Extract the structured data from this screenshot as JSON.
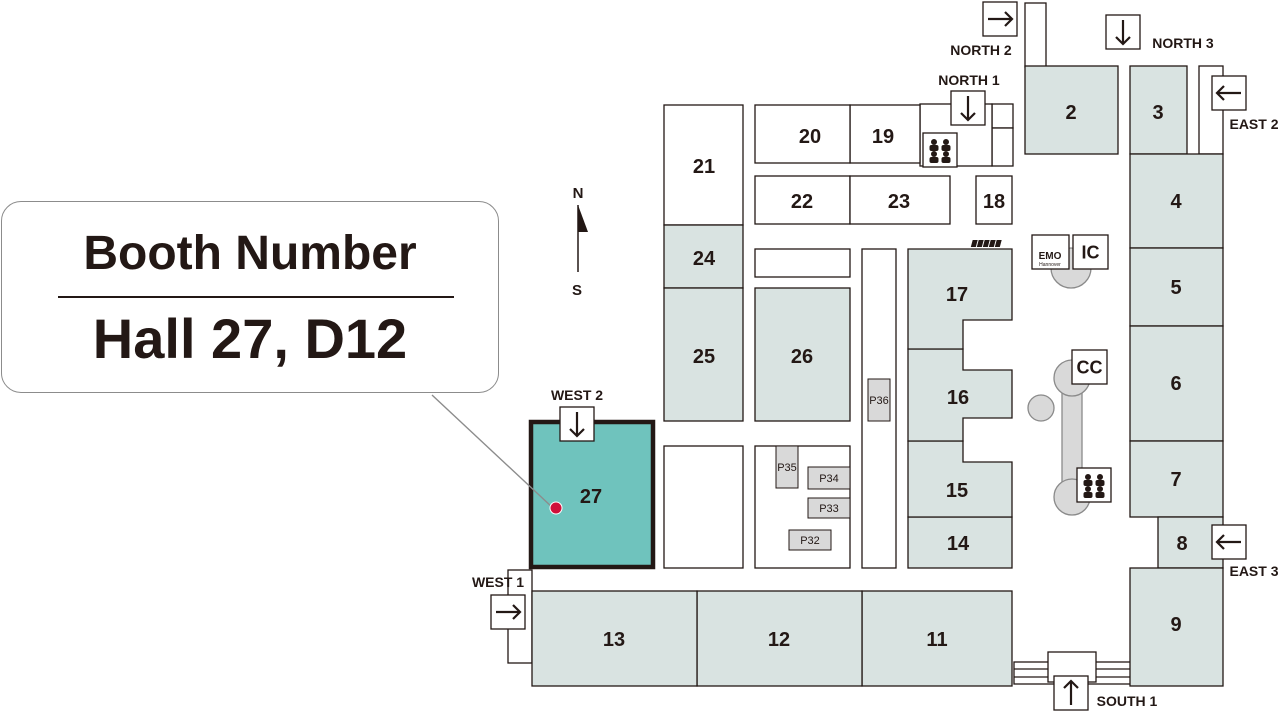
{
  "callout": {
    "title": "Booth Number",
    "value": "Hall 27, D12"
  },
  "highlighted_hall": "27",
  "compass": {
    "north": "N",
    "south": "S"
  },
  "halls": [
    "2",
    "3",
    "4",
    "5",
    "6",
    "7",
    "8",
    "9",
    "11",
    "12",
    "13",
    "14",
    "15",
    "16",
    "17",
    "18",
    "19",
    "20",
    "21",
    "22",
    "23",
    "24",
    "25",
    "26",
    "27"
  ],
  "parking": [
    "P32",
    "P33",
    "P34",
    "P35",
    "P36"
  ],
  "facilities": {
    "ic": "IC",
    "cc": "CC",
    "emo_logo": "EMO",
    "emo_sub": "Hannover"
  },
  "gates": {
    "north1": "NORTH 1",
    "north2": "NORTH 2",
    "north3": "NORTH 3",
    "east2": "EAST 2",
    "east3": "EAST 3",
    "west1": "WEST 1",
    "west2": "WEST 2",
    "south1": "SOUTH 1"
  },
  "colors": {
    "hall_fill": "#d9e3e1",
    "highlight_fill": "#6fc3bd",
    "booth_dot": "#d0103a",
    "outline": "#231815"
  }
}
